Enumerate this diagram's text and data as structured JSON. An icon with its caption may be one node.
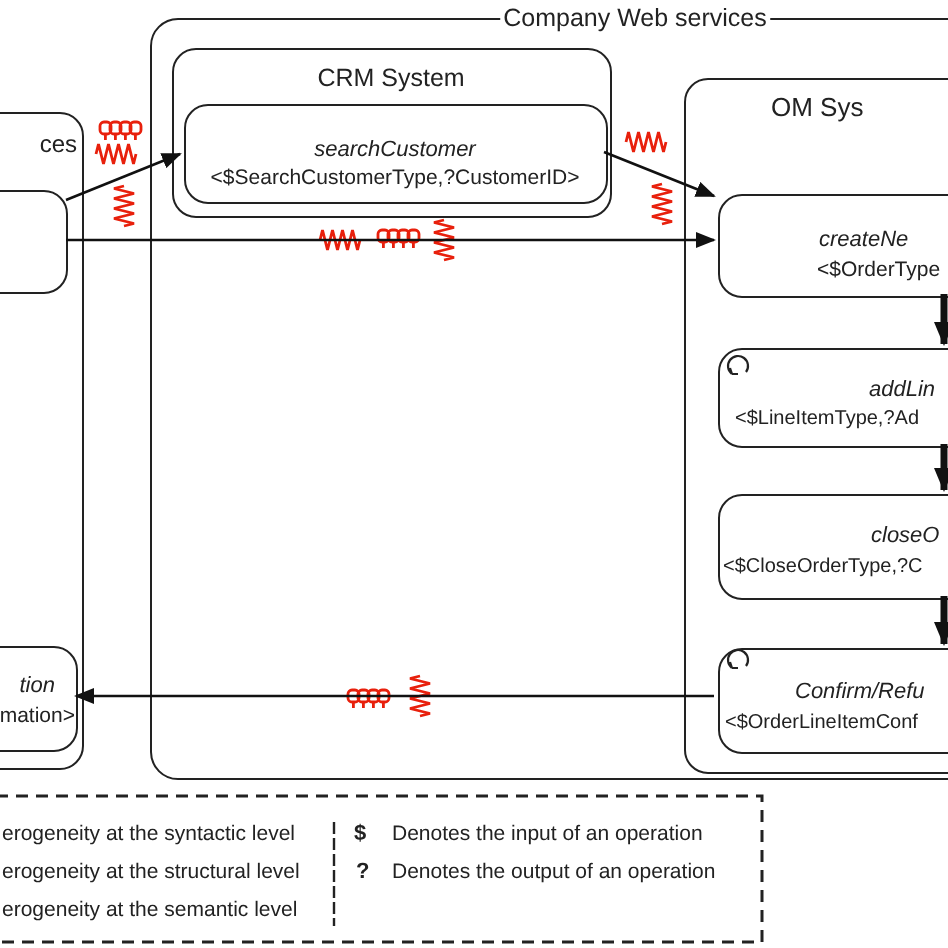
{
  "diagram": {
    "nodes": [
      {
        "text": [
          "ces"
        ]
      },
      {
        "text": [],
        "shape": "box",
        "in": 0
      },
      {
        "text": [
          "tion",
          "mation>"
        ],
        "in": 0
      },
      {
        "text": [
          "Company Web services"
        ]
      },
      {
        "text": [
          "CRM System"
        ],
        "in": 3
      },
      {
        "text": [
          "searchCustomer",
          "<$SearchCustomerType,?CustomerID>"
        ],
        "in": 4
      },
      {
        "text": [
          "OM Sys"
        ],
        "in": 3
      },
      {
        "text": [
          "createNe",
          "<$OrderType"
        ],
        "in": 6
      },
      {
        "text": [
          "addLin",
          "<$LineItemType,?Ad"
        ],
        "in": 6
      },
      {
        "text": [
          "closeO",
          "<$CloseOrderType,?C"
        ],
        "in": 6
      },
      {
        "text": [
          "Confirm/Refu",
          "<$OrderLineItemConf"
        ],
        "in": 6
      }
    ],
    "edges": [
      {
        "from": 1,
        "to": 5,
        "arrow": "to"
      },
      {
        "from": 5,
        "to": 7,
        "arrow": "to"
      },
      {
        "from": 1,
        "to": 7,
        "arrow": "to"
      },
      {
        "from": 7,
        "to": 8,
        "arrow": "to",
        "style": "thick"
      },
      {
        "from": 8,
        "to": 9,
        "arrow": "to",
        "style": "thick"
      },
      {
        "from": 9,
        "to": 10,
        "arrow": "to",
        "style": "thick"
      },
      {
        "from": 10,
        "to": 2,
        "arrow": "to"
      }
    ],
    "labels": [
      "erogeneity at the syntactic level",
      "$",
      "Denotes the input of an operation",
      "erogeneity at the structural level",
      "?",
      "Denotes the output of an operation",
      "erogeneity at the semantic level"
    ]
  }
}
